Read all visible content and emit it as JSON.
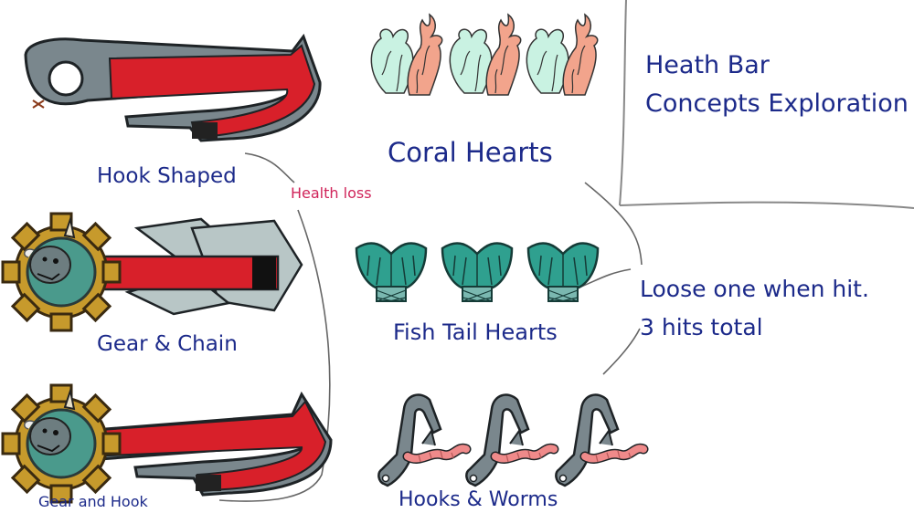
{
  "title": {
    "line1": "Heath Bar",
    "line2": "Concepts Exploration"
  },
  "labels": {
    "hook_shaped": "Hook Shaped",
    "health_loss": "Health loss",
    "gear_chain": "Gear & Chain",
    "gear_hook": "Gear and Hook",
    "coral_hearts": "Coral Hearts",
    "fish_tail_hearts": "Fish Tail Hearts",
    "hooks_worms": "Hooks & Worms"
  },
  "note": {
    "line1": "Loose one when hit.",
    "line2": "3 hits total"
  },
  "colors": {
    "ink": "#1c2a8a",
    "annotation": "#d0245a",
    "health_red": "#d8202a",
    "metal": "#7a878d",
    "gold": "#c79a2c",
    "coral_pink": "#f2a48c",
    "coral_mint": "#bfeedd",
    "fish_teal": "#2fa08f",
    "worm_pink": "#ef8a8a"
  },
  "icons": [
    "hook-health-bar",
    "gear-emblem",
    "chain-links",
    "coral-heart",
    "fish-tail-heart",
    "hook-with-worm"
  ]
}
